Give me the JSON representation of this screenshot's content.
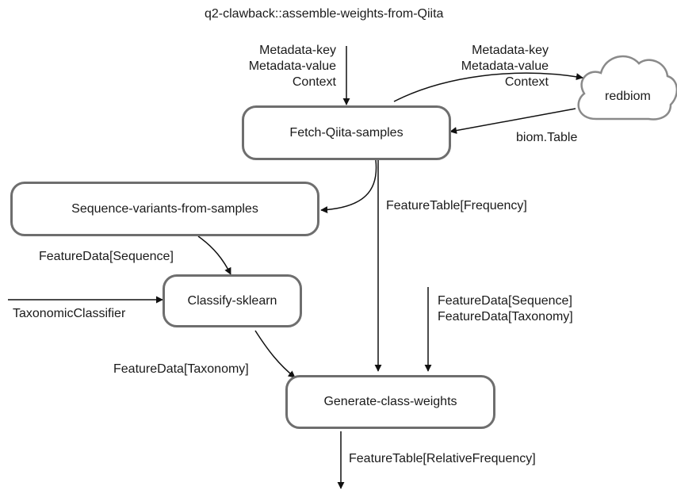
{
  "title": "q2-clawback::assemble-weights-from-Qiita",
  "nodes": {
    "fetch": "Fetch-Qiita-samples",
    "sequence_variants": "Sequence-variants-from-samples",
    "classify": "Classify-sklearn",
    "generate": "Generate-class-weights",
    "redbiom": "redbiom"
  },
  "edges": {
    "input_to_fetch": [
      "Metadata-key",
      "Metadata-value",
      "Context"
    ],
    "fetch_to_redbiom": [
      "Metadata-key",
      "Metadata-value",
      "Context"
    ],
    "redbiom_to_fetch": "biom.Table",
    "fetch_to_generate": "FeatureTable[Frequency]",
    "sequence_to_classify": "FeatureData[Sequence]",
    "classifier_input": "TaxonomicClassifier",
    "classify_to_generate": "FeatureData[Taxonomy]",
    "extra_inputs": [
      "FeatureData[Sequence]",
      "FeatureData[Taxonomy]"
    ],
    "output": "FeatureTable[RelativeFrequency]"
  }
}
